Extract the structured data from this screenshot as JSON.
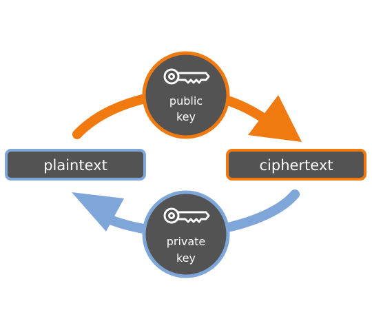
{
  "diagram": {
    "nodes": {
      "plaintext": {
        "label": "plaintext"
      },
      "ciphertext": {
        "label": "ciphertext"
      }
    },
    "keys": {
      "public": {
        "line1": "public",
        "line2": "key",
        "icon": "key-icon"
      },
      "private": {
        "line1": "private",
        "line2": "key",
        "icon": "key-icon"
      }
    },
    "colors": {
      "encrypt_orange": "#f07a10",
      "decrypt_blue": "#7fa6d8",
      "node_fill": "#535353"
    }
  }
}
